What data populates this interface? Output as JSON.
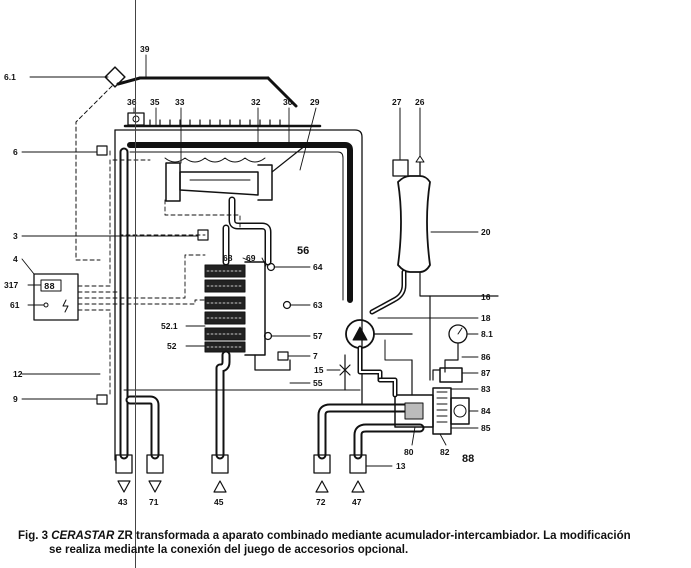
{
  "labels": {
    "l6_1": "6.1",
    "l39": "39",
    "l36": "36",
    "l35": "35",
    "l33": "33",
    "l32": "32",
    "l30": "30",
    "l29": "29",
    "l27": "27",
    "l26": "26",
    "l6": "6",
    "l3": "3",
    "l4": "4",
    "l317": "317",
    "l61": "61",
    "l56": "56",
    "l68": "68",
    "l69": "69",
    "l64": "64",
    "l20": "20",
    "l16": "16",
    "l18": "18",
    "l63": "63",
    "l52_1": "52.1",
    "l57": "57",
    "l52": "52",
    "l8_1": "8.1",
    "l7": "7",
    "l86": "86",
    "l12": "12",
    "l15": "15",
    "l87": "87",
    "l55": "55",
    "l83": "83",
    "l9": "9",
    "l84": "84",
    "l85": "85",
    "l80": "80",
    "l82": "82",
    "l88": "88",
    "l13": "13",
    "b43": "43",
    "b71": "71",
    "b45": "45",
    "b72": "72",
    "b47": "47"
  },
  "display": {
    "digits": "88"
  },
  "caption": {
    "prefix": "Fig. 3 ",
    "brand": "CERASTAR",
    "model": " ZR",
    "line1_rest": " transformada a aparato combinado mediante acumulador-intercambiador. La modificación",
    "line2": "se realiza mediante la conexión del juego de accesorios opcional."
  }
}
